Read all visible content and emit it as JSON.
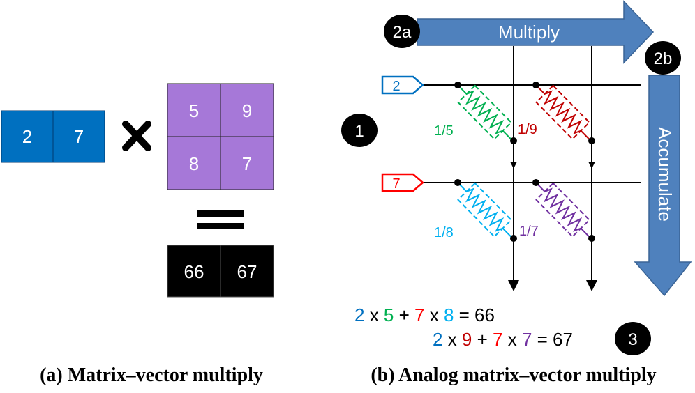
{
  "panel_a": {
    "vector": [
      "2",
      "7"
    ],
    "matrix": [
      [
        "5",
        "9"
      ],
      [
        "8",
        "7"
      ]
    ],
    "result": [
      "66",
      "67"
    ],
    "caption": "(a) Matrix–vector multiply"
  },
  "panel_b": {
    "steps": {
      "s1": "1",
      "s2a": "2a",
      "s2b": "2b",
      "s3": "3"
    },
    "multiply_label": "Multiply",
    "accumulate_label": "Accumulate",
    "inputs": [
      "2",
      "7"
    ],
    "conductances": [
      "1/5",
      "1/9",
      "1/8",
      "1/7"
    ],
    "eq1": {
      "a": "2",
      "x1": " x ",
      "b": "5",
      "p": " + ",
      "c": "7",
      "x2": " x ",
      "d": "8",
      "r": " = 66"
    },
    "eq2": {
      "a": "2",
      "x1": " x ",
      "b": "9",
      "p": " + ",
      "c": "7",
      "x2": " x ",
      "d": "7",
      "r": " = 67"
    },
    "caption": "(b) Analog matrix–vector multiply"
  },
  "colors": {
    "blue": "#0070c0",
    "purple": "#a678d8",
    "green": "#00b050",
    "darkred": "#c00000",
    "red": "#ff0000",
    "cyan": "#00b0f0",
    "violet": "#7030a0",
    "arrow": "#4f81bd"
  }
}
